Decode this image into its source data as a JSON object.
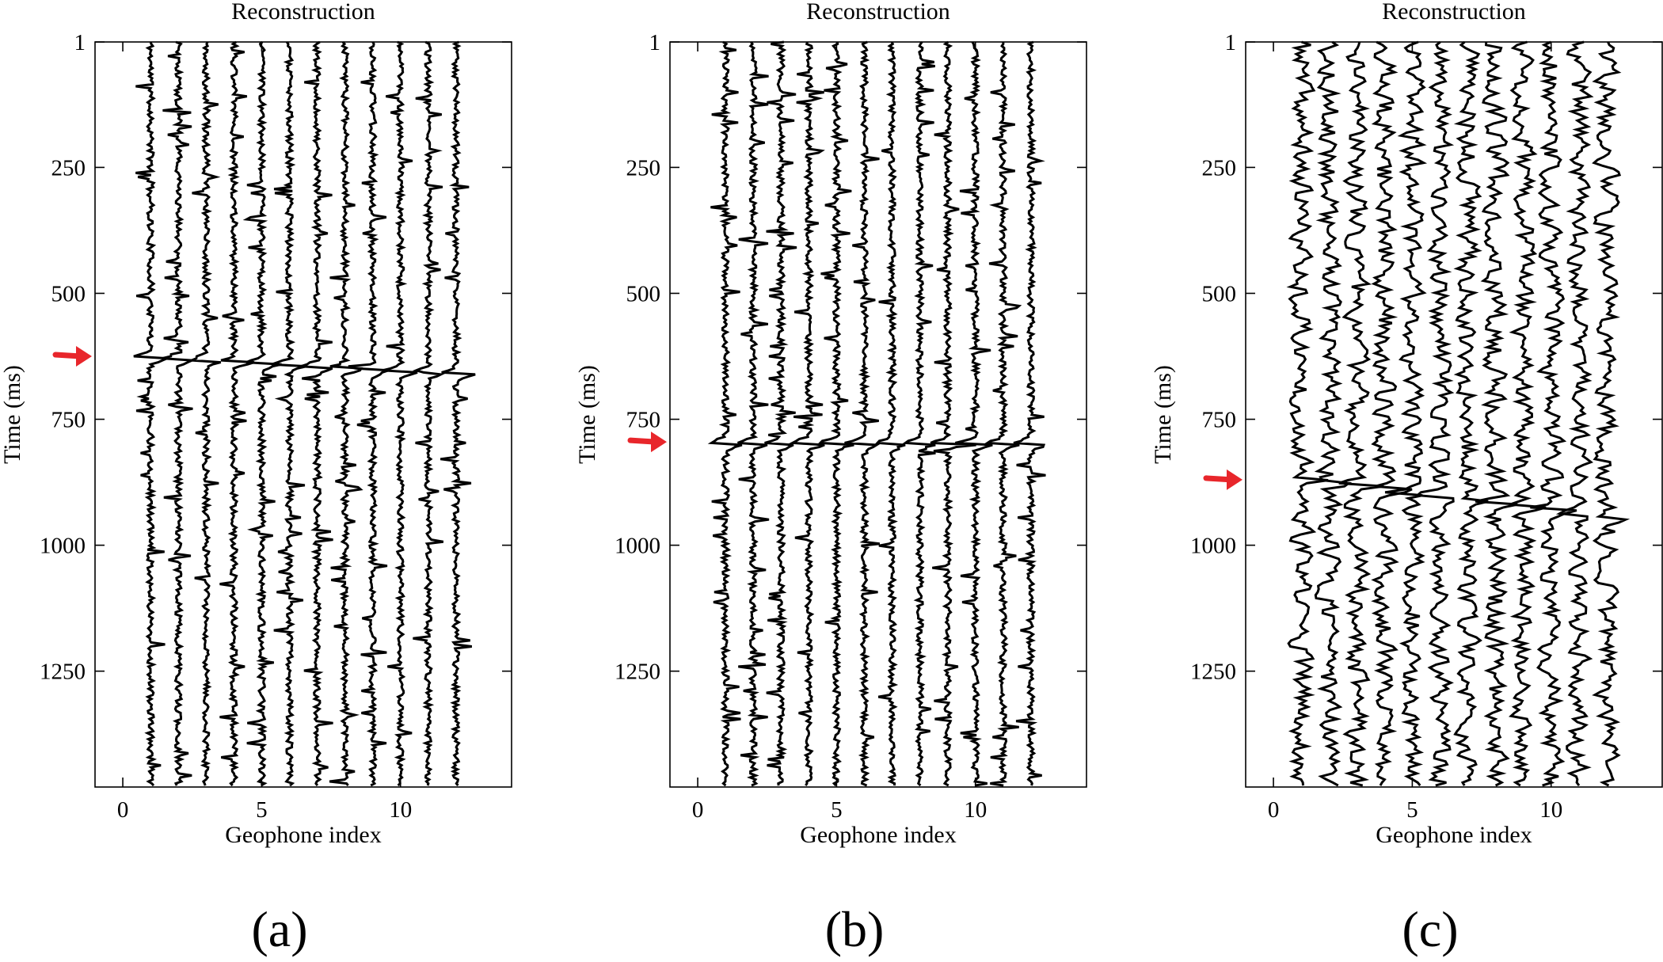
{
  "chart_data": [
    {
      "type": "line",
      "panel_caption": "(a)",
      "title": "Reconstruction",
      "xlabel": "Geophone index",
      "ylabel": "Time (ms)",
      "xlim": [
        -1,
        14
      ],
      "ylim": [
        1480,
        1
      ],
      "y_inverted": true,
      "xticks": [
        0,
        5,
        10
      ],
      "yticks": [
        1,
        250,
        500,
        750,
        1000,
        1250
      ],
      "traces_at_geophone": [
        1,
        2,
        3,
        4,
        5,
        6,
        7,
        8,
        9,
        10,
        11,
        12
      ],
      "trace_style": "noisy",
      "event": {
        "start_ms": 628,
        "moveout_ms_per_trace": 3
      },
      "arrow_time_ms": 625,
      "arrow_color": "#e8262b",
      "seed": 11
    },
    {
      "type": "line",
      "panel_caption": "(b)",
      "title": "Reconstruction",
      "xlabel": "Geophone index",
      "ylabel": "Time (ms)",
      "xlim": [
        -1,
        14
      ],
      "ylim": [
        1480,
        1
      ],
      "y_inverted": true,
      "xticks": [
        0,
        5,
        10
      ],
      "yticks": [
        1,
        250,
        500,
        750,
        1000,
        1250
      ],
      "traces_at_geophone": [
        1,
        2,
        3,
        4,
        5,
        6,
        7,
        8,
        9,
        10,
        11,
        12
      ],
      "trace_style": "noisy",
      "event": {
        "start_ms": 798,
        "moveout_ms_per_trace": 0
      },
      "arrow_time_ms": 795,
      "arrow_color": "#e8262b",
      "seed": 23
    },
    {
      "type": "line",
      "panel_caption": "(c)",
      "title": "Reconstruction",
      "xlabel": "Geophone index",
      "ylabel": "Time (ms)",
      "xlim": [
        -1,
        14
      ],
      "ylim": [
        1480,
        1
      ],
      "y_inverted": true,
      "xticks": [
        0,
        5,
        10
      ],
      "yticks": [
        1,
        250,
        500,
        750,
        1000,
        1250
      ],
      "traces_at_geophone": [
        1,
        2,
        3,
        4,
        5,
        6,
        7,
        8,
        9,
        10,
        11,
        12
      ],
      "trace_style": "wiggly",
      "event": {
        "start_ms": 868,
        "moveout_ms_per_trace": 7
      },
      "arrow_time_ms": 870,
      "arrow_color": "#e8262b",
      "seed": 37
    }
  ]
}
